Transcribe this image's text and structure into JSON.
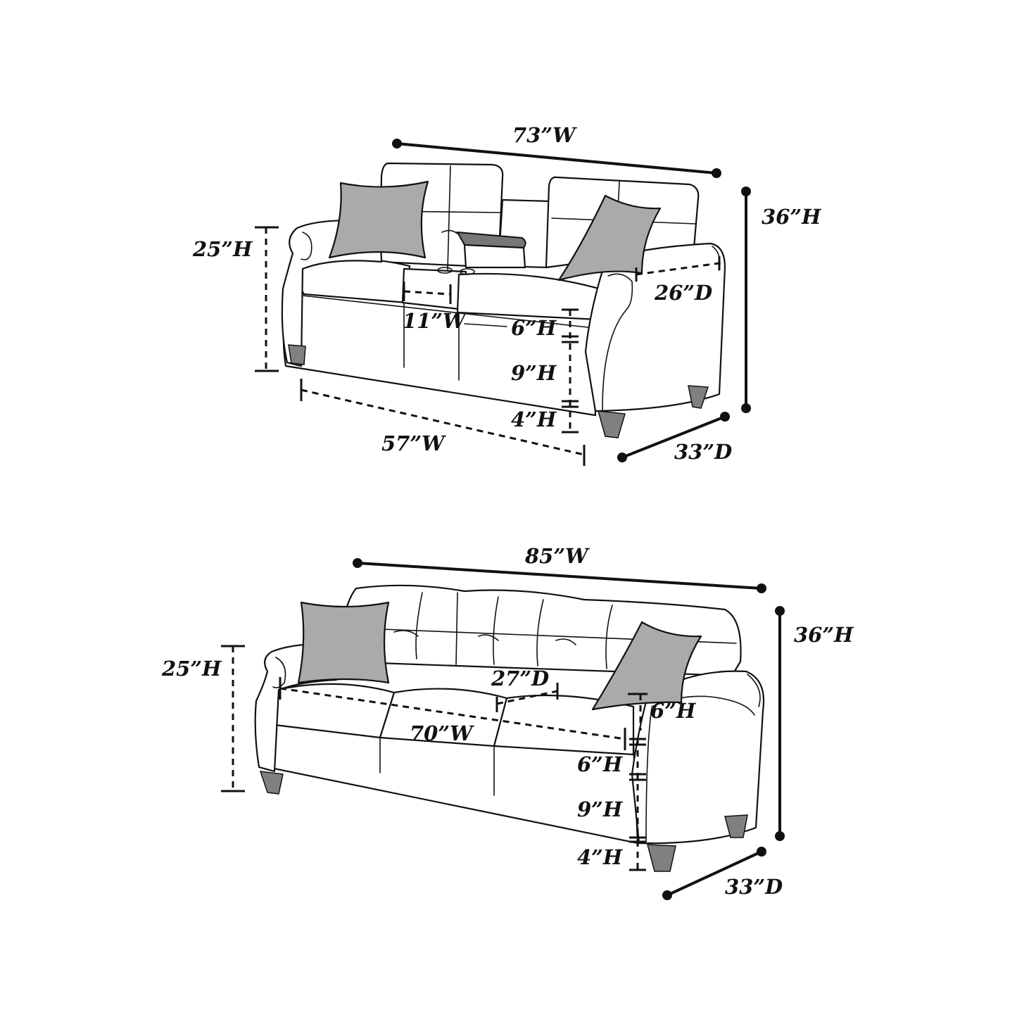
{
  "colors": {
    "ink": "#111111",
    "pillow": "#aaaaaa",
    "leg": "#808080",
    "tray": "#777777",
    "background": "#ffffff"
  },
  "loveseat": {
    "overall_width": "73”W",
    "overall_height": "36”H",
    "overall_depth": "33”D",
    "arm_height": "25”H",
    "seat_depth": "26”D",
    "console_width": "11”W",
    "seat_width": "57”W",
    "cushion_height": "6”H",
    "base_height": "9”H",
    "leg_height": "4”H"
  },
  "sofa": {
    "overall_width": "85”W",
    "overall_height": "36”H",
    "overall_depth": "33”D",
    "arm_height": "25”H",
    "seat_depth": "27”D",
    "seat_width": "70”W",
    "back_cushion_height": "6”H",
    "cushion_height": "6”H",
    "base_height": "9”H",
    "leg_height": "4”H"
  }
}
